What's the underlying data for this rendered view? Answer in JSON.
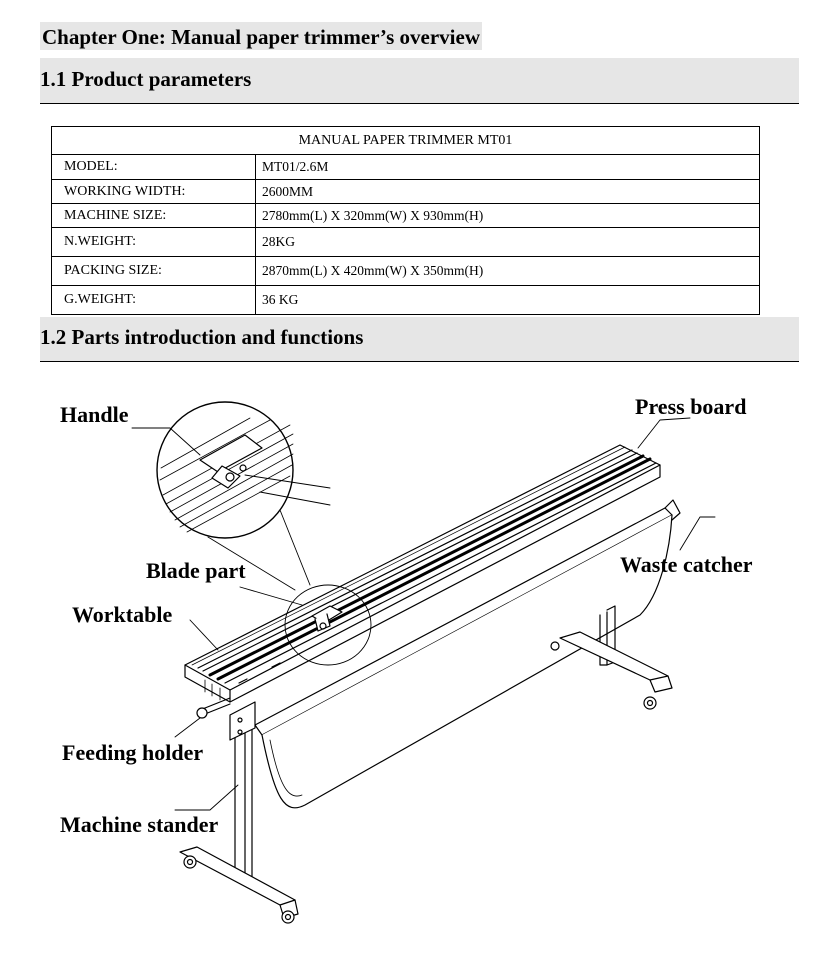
{
  "chapter": {
    "title": "Chapter One: Manual paper trimmer’s overview"
  },
  "section1": {
    "title": "1.1 Product parameters"
  },
  "params": {
    "header": "MANUAL PAPER TRIMMER MT01",
    "rows": [
      {
        "label": "MODEL:",
        "value": "MT01/2.6M"
      },
      {
        "label": "WORKING WIDTH:",
        "value": "2600MM"
      },
      {
        "label": "MACHINE SIZE:",
        "value": "2780mm(L) X 320mm(W) X 930mm(H)"
      },
      {
        "label": "N.WEIGHT:",
        "value": "28KG"
      },
      {
        "label": "PACKING SIZE:",
        "value": "2870mm(L) X 420mm(W) X 350mm(H)"
      },
      {
        "label": "G.WEIGHT:",
        "value": "36 KG"
      }
    ]
  },
  "section2": {
    "title": "1.2 Parts introduction and functions"
  },
  "figure": {
    "labels": {
      "handle": "Handle",
      "press_board": "Press board",
      "blade_part": "Blade part",
      "waste_catcher": "Waste catcher",
      "worktable": "Worktable",
      "feeding_holder": "Feeding holder",
      "machine_stander": "Machine stander"
    }
  }
}
